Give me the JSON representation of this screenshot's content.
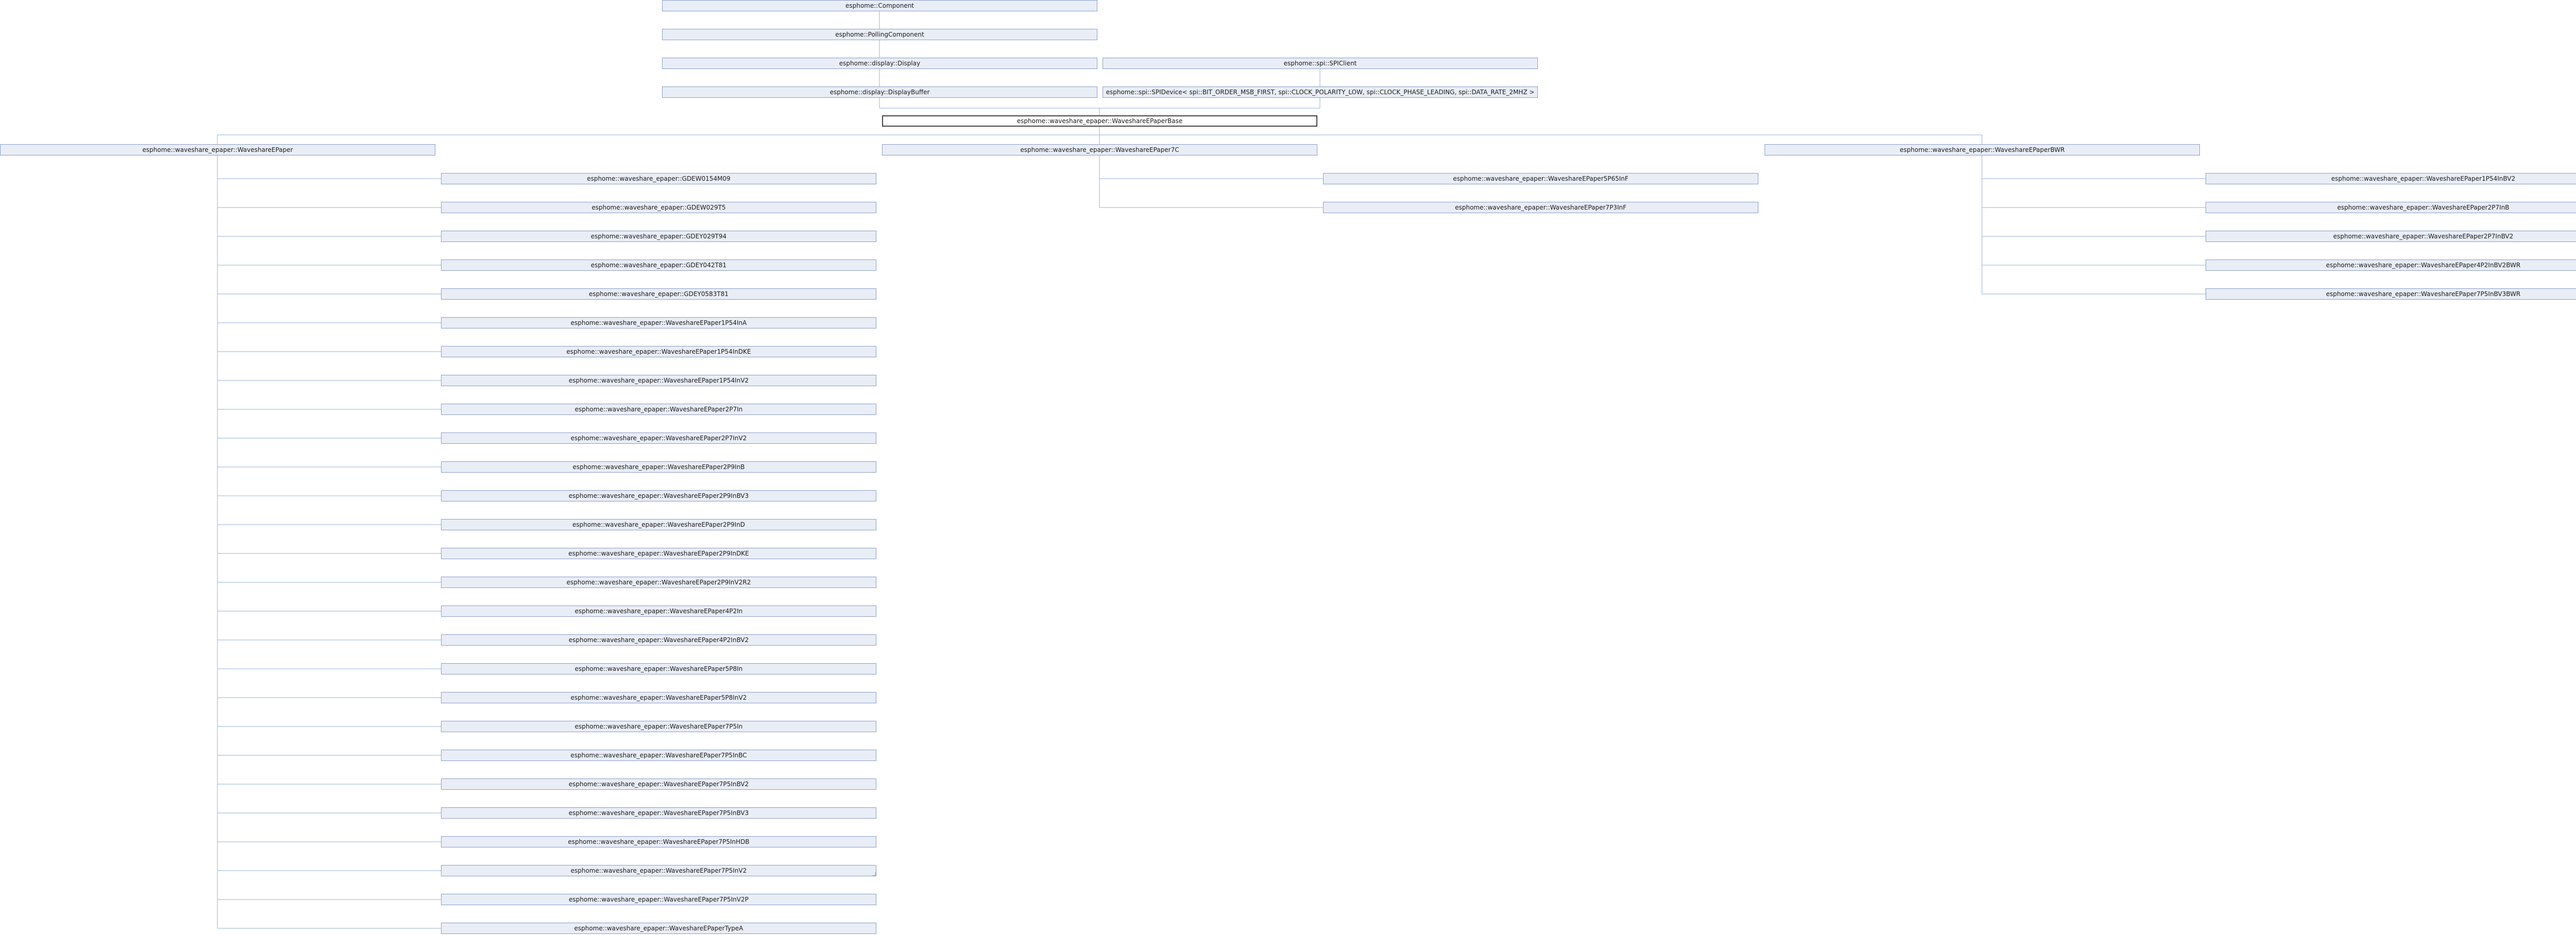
{
  "nodes": {
    "component": "esphome::Component",
    "polling": "esphome::PollingComponent",
    "display": "esphome::display::Display",
    "spiclient": "esphome::spi::SPIClient",
    "displaybuffer": "esphome::display::DisplayBuffer",
    "spidevice": "esphome::spi::SPIDevice< spi::BIT_ORDER_MSB_FIRST, spi::CLOCK_POLARITY_LOW, spi::CLOCK_PHASE_LEADING, spi::DATA_RATE_2MHZ >",
    "base": "esphome::waveshare_epaper::WaveshareEPaperBase",
    "epaper": "esphome::waveshare_epaper::WaveshareEPaper",
    "epaper7c": "esphome::waveshare_epaper::WaveshareEPaper7C",
    "bwr": "esphome::waveshare_epaper::WaveshareEPaperBWR",
    "c7_565f": "esphome::waveshare_epaper::WaveshareEPaper5P65InF",
    "c7_73f": "esphome::waveshare_epaper::WaveshareEPaper7P3InF",
    "bwr_1p54bv2": "esphome::waveshare_epaper::WaveshareEPaper1P54InBV2",
    "bwr_2p7b": "esphome::waveshare_epaper::WaveshareEPaper2P7InB",
    "bwr_2p7bv2": "esphome::waveshare_epaper::WaveshareEPaper2P7InBV2",
    "bwr_4p2bv2": "esphome::waveshare_epaper::WaveshareEPaper4P2InBV2BWR",
    "bwr_7p5bv3": "esphome::waveshare_epaper::WaveshareEPaper7P5InBV3BWR",
    "list": [
      "esphome::waveshare_epaper::GDEW0154M09",
      "esphome::waveshare_epaper::GDEW029T5",
      "esphome::waveshare_epaper::GDEY029T94",
      "esphome::waveshare_epaper::GDEY042T81",
      "esphome::waveshare_epaper::GDEY0583T81",
      "esphome::waveshare_epaper::WaveshareEPaper1P54InA",
      "esphome::waveshare_epaper::WaveshareEPaper1P54InDKE",
      "esphome::waveshare_epaper::WaveshareEPaper1P54InV2",
      "esphome::waveshare_epaper::WaveshareEPaper2P7In",
      "esphome::waveshare_epaper::WaveshareEPaper2P7InV2",
      "esphome::waveshare_epaper::WaveshareEPaper2P9InB",
      "esphome::waveshare_epaper::WaveshareEPaper2P9InBV3",
      "esphome::waveshare_epaper::WaveshareEPaper2P9InD",
      "esphome::waveshare_epaper::WaveshareEPaper2P9InDKE",
      "esphome::waveshare_epaper::WaveshareEPaper2P9InV2R2",
      "esphome::waveshare_epaper::WaveshareEPaper4P2In",
      "esphome::waveshare_epaper::WaveshareEPaper4P2InBV2",
      "esphome::waveshare_epaper::WaveshareEPaper5P8In",
      "esphome::waveshare_epaper::WaveshareEPaper5P8InV2",
      "esphome::waveshare_epaper::WaveshareEPaper7P5In",
      "esphome::waveshare_epaper::WaveshareEPaper7P5InBC",
      "esphome::waveshare_epaper::WaveshareEPaper7P5InBV2",
      "esphome::waveshare_epaper::WaveshareEPaper7P5InBV3",
      "esphome::waveshare_epaper::WaveshareEPaper7P5InHDB",
      "esphome::waveshare_epaper::WaveshareEPaper7P5InV2",
      "esphome::waveshare_epaper::WaveshareEPaper7P5InV2P",
      "esphome::waveshare_epaper::WaveshareEPaperTypeA"
    ]
  },
  "colors": {
    "edge": "#8fb0d8",
    "node_fill": "#e8edf6",
    "node_border": "#8a9ec8",
    "current_border": "#444444"
  }
}
